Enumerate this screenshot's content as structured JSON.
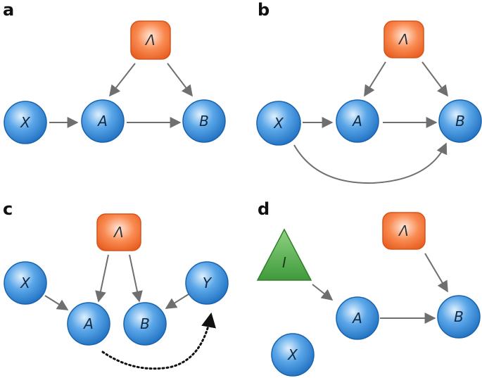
{
  "colors": {
    "blue_node": "#2f86d4",
    "orange_node": "#ef6a2a",
    "green_node": "#57ad4c",
    "edge": "#6f6f6f",
    "dotted_edge": "#111111"
  },
  "panels": [
    {
      "label": "a",
      "nodes": [
        {
          "id": "lambda",
          "text": "Λ",
          "shape": "rounded-square"
        },
        {
          "id": "x",
          "text": "X",
          "shape": "circle"
        },
        {
          "id": "a",
          "text": "A",
          "shape": "circle"
        },
        {
          "id": "b",
          "text": "B",
          "shape": "circle"
        }
      ],
      "edges": [
        {
          "from": "lambda",
          "to": "a"
        },
        {
          "from": "lambda",
          "to": "b"
        },
        {
          "from": "x",
          "to": "a"
        },
        {
          "from": "a",
          "to": "b"
        }
      ]
    },
    {
      "label": "b",
      "nodes": [
        {
          "id": "lambda",
          "text": "Λ",
          "shape": "rounded-square"
        },
        {
          "id": "x",
          "text": "X",
          "shape": "circle"
        },
        {
          "id": "a",
          "text": "A",
          "shape": "circle"
        },
        {
          "id": "b",
          "text": "B",
          "shape": "circle"
        }
      ],
      "edges": [
        {
          "from": "lambda",
          "to": "a"
        },
        {
          "from": "lambda",
          "to": "b"
        },
        {
          "from": "x",
          "to": "a"
        },
        {
          "from": "a",
          "to": "b"
        },
        {
          "from": "x",
          "to": "b",
          "style": "curved"
        }
      ]
    },
    {
      "label": "c",
      "nodes": [
        {
          "id": "lambda",
          "text": "Λ",
          "shape": "rounded-square"
        },
        {
          "id": "x",
          "text": "X",
          "shape": "circle"
        },
        {
          "id": "a",
          "text": "A",
          "shape": "circle"
        },
        {
          "id": "b",
          "text": "B",
          "shape": "circle"
        },
        {
          "id": "y",
          "text": "Y",
          "shape": "circle"
        }
      ],
      "edges": [
        {
          "from": "lambda",
          "to": "a"
        },
        {
          "from": "lambda",
          "to": "b"
        },
        {
          "from": "x",
          "to": "a"
        },
        {
          "from": "y",
          "to": "b"
        },
        {
          "from": "a",
          "to": "y",
          "style": "dotted-curved"
        }
      ]
    },
    {
      "label": "d",
      "nodes": [
        {
          "id": "lambda",
          "text": "Λ",
          "shape": "rounded-square"
        },
        {
          "id": "i",
          "text": "I",
          "shape": "triangle"
        },
        {
          "id": "a",
          "text": "A",
          "shape": "circle"
        },
        {
          "id": "b",
          "text": "B",
          "shape": "circle"
        },
        {
          "id": "x",
          "text": "X",
          "shape": "circle"
        }
      ],
      "edges": [
        {
          "from": "lambda",
          "to": "b"
        },
        {
          "from": "i",
          "to": "a"
        },
        {
          "from": "a",
          "to": "b"
        }
      ]
    }
  ]
}
